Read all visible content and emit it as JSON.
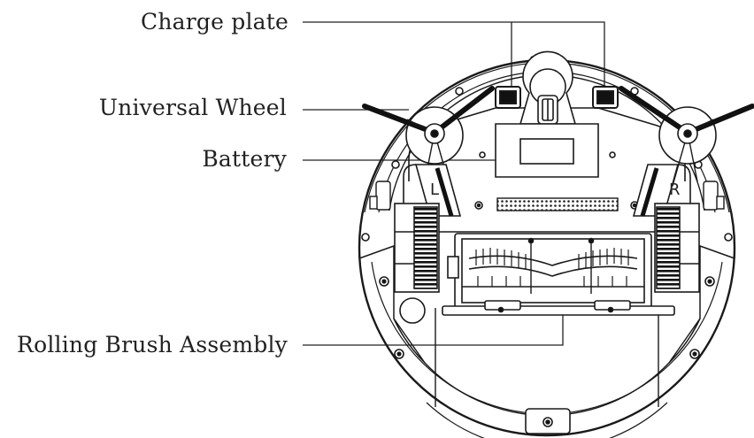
{
  "diagram": {
    "callouts": {
      "charge_plate": "Charge plate",
      "universal_wheel": "Universal Wheel",
      "battery": "Battery",
      "rolling_brush": "Rolling Brush Assembly"
    },
    "marks": {
      "left": "L",
      "right": "R"
    },
    "colors": {
      "line": "#1a1a1a",
      "background": "#ffffff"
    }
  }
}
